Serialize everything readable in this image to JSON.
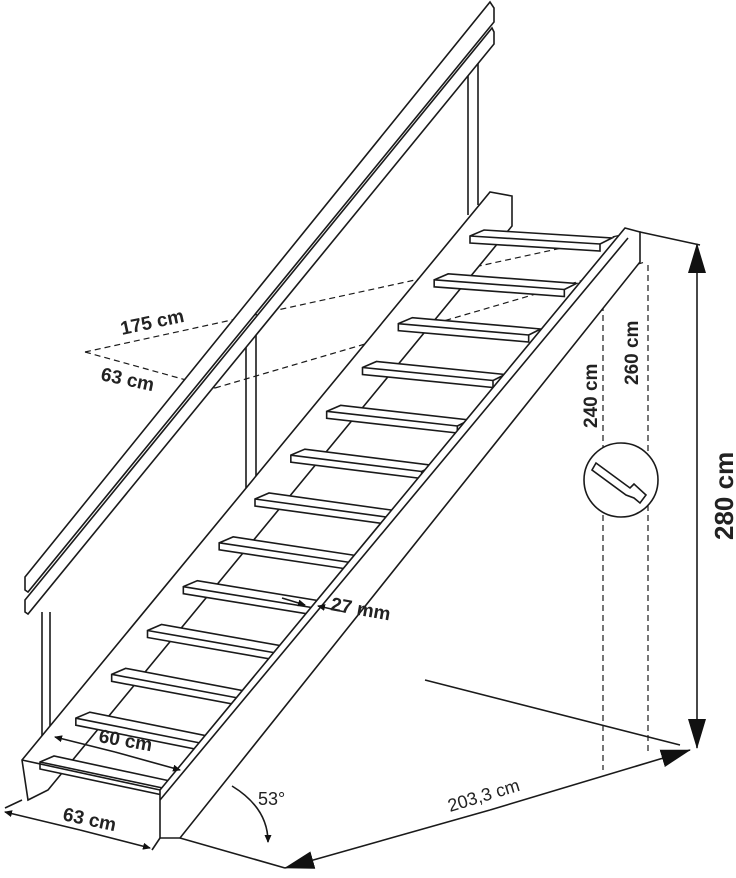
{
  "labels": {
    "opening_length": "175 cm",
    "opening_width": "63 cm",
    "height_240": "240 cm",
    "height_260": "260 cm",
    "height_280": "280 cm",
    "tread_thickness": "27 mm",
    "tread_width": "60 cm",
    "stair_width": "63 cm",
    "angle": "53°",
    "run_length": "203,3 cm"
  },
  "tread_count": 13,
  "icons": {
    "cut_to_length": "saw-icon"
  }
}
